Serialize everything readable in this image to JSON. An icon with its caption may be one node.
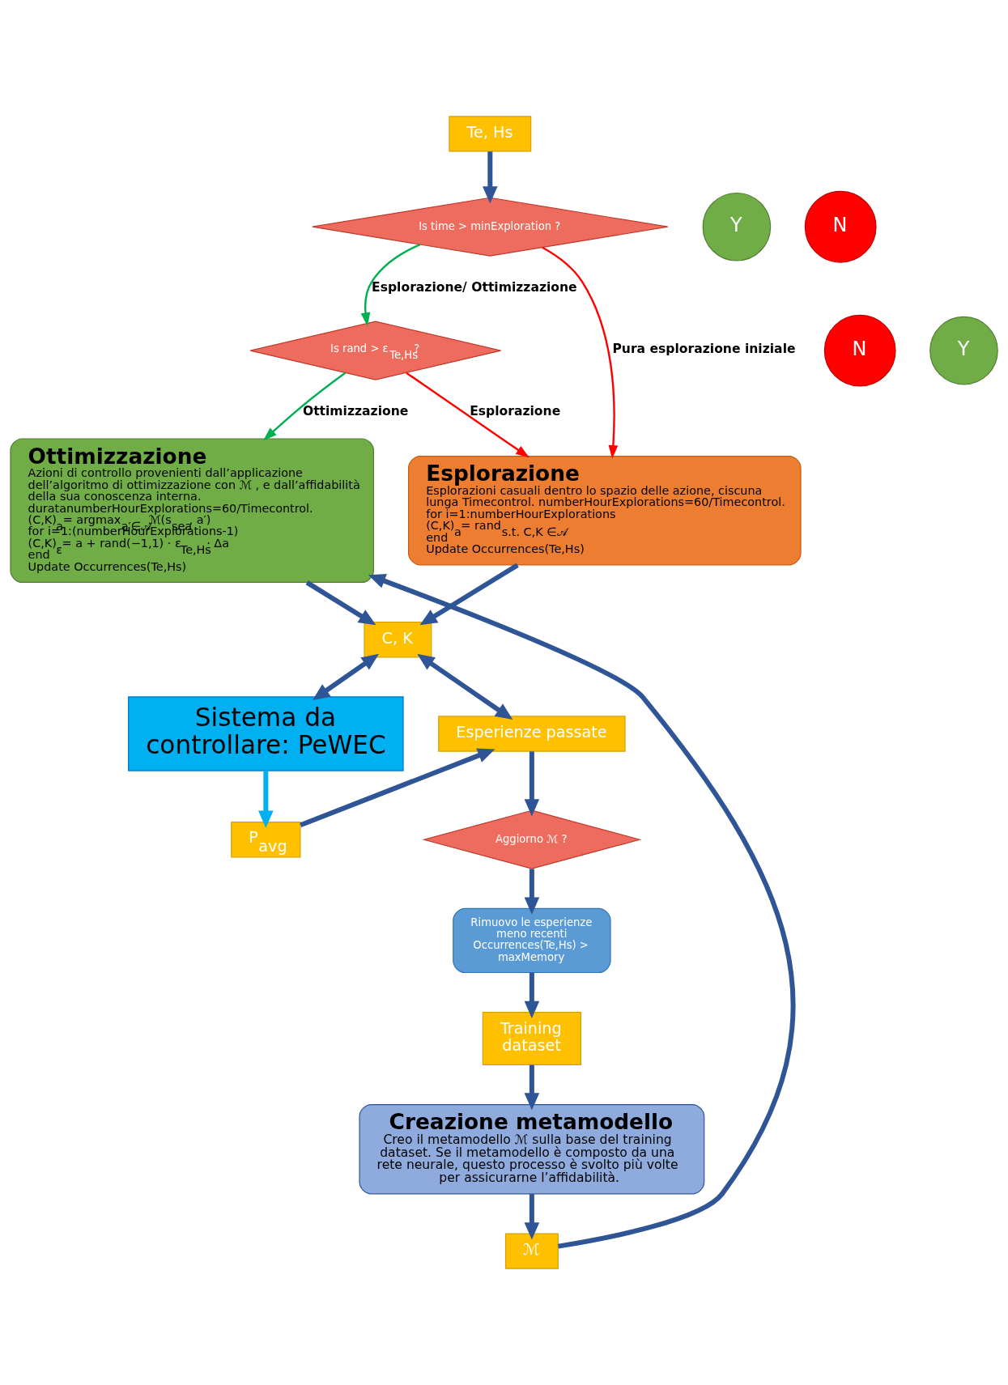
{
  "diagram": {
    "nodes": [
      {
        "text": [
          "Te, Hs"
        ]
      },
      {
        "text": [
          "Is time > minExploration ?"
        ]
      },
      {
        "text": [
          "Is rand > ε$_{Te,Hs}$?"
        ]
      },
      {
        "text": [
          "Esplorazione",
          "Esplorazioni casuali dentro lo spazio delle azione, ciscuna lunga Timecontrol. numberHourExplorations=60/Timecontrol.",
          "for i=1:numberHourExplorations",
          "(C,K)$_{a}$= rand$_{s.t. C,K ∈𝒜}$",
          "end",
          "Update Occurrences(Te,Hs)"
        ]
      },
      {
        "text": [
          "Ottimizzazione",
          "Azioni di controllo provenienti dall’applicazione dell’algoritmo di ottimizzazione con ℳ , e dall’affidabilità della sua conoscenza interna. duratanumberHourExplorations=60/Timecontrol.",
          "(C,K)$_{a}$= argmax$_{a′∈𝒜}$ℳ(s$_{sea}$, a′)",
          "for i=1:(numberHourExplorations-1)",
          "(C,K)$_{ε}$= a + rand(−1,1) · ε$_{Te,Hs}$· Δa",
          "end",
          "Update Occurrences(Te,Hs)"
        ]
      },
      {
        "text": [
          "C, K"
        ]
      },
      {
        "text": [
          "Esperienze passate"
        ]
      },
      {
        "text": [
          "Sistema da controllare: PeWEC"
        ]
      },
      {
        "text": [
          "P$_{avg}$"
        ]
      },
      {
        "text": [
          "Aggiorno ℳ ?"
        ]
      },
      {
        "text": [
          "Rimuovo le esperienze meno recenti Occurrences(Te,Hs) > maxMemory"
        ]
      },
      {
        "text": [
          "Training dataset"
        ]
      },
      {
        "text": [
          "Creazione metamodello",
          "Creo il metamodello ℳ sulla base del training dataset. Se il metamodello è composto da una rete neurale, questo processo è svolto più volte per assicurarne l’affidabilità."
        ]
      },
      {
        "text": [
          "ℳ"
        ]
      },
      {
        "text": [
          "Y"
        ]
      },
      {
        "text": [
          "N"
        ]
      },
      {
        "text": [
          "N"
        ]
      },
      {
        "text": [
          "Y"
        ]
      }
    ],
    "edges": [
      {
        "from": 0,
        "to": 1,
        "arrow": "to"
      },
      {
        "from": 1,
        "to": 3,
        "arrow": "to",
        "label": "Pura esplorazione iniziale",
        "color": "#ff0000"
      },
      {
        "from": 1,
        "to": 2,
        "arrow": "to",
        "label": "Esplorazione/ Ottimizzazione",
        "color": "#00b050"
      },
      {
        "from": 2,
        "to": 3,
        "arrow": "to",
        "label": "Esplorazione",
        "color": "#ff0000"
      },
      {
        "from": 2,
        "to": 4,
        "arrow": "to",
        "label": "Ottimizzazione",
        "color": "#00b050"
      },
      {
        "from": 3,
        "to": 5,
        "arrow": "to"
      },
      {
        "from": 4,
        "to": 5,
        "arrow": "to"
      },
      {
        "from": 5,
        "to": 6,
        "arrow": "both"
      },
      {
        "from": 5,
        "to": 7,
        "arrow": "both"
      },
      {
        "from": 7,
        "to": 8,
        "arrow": "to",
        "color": "#00b0f0"
      },
      {
        "from": 8,
        "to": 6,
        "arrow": "to"
      },
      {
        "from": 6,
        "to": 9,
        "arrow": "to"
      },
      {
        "from": 9,
        "to": 10,
        "arrow": "to"
      },
      {
        "from": 10,
        "to": 11,
        "arrow": "to"
      },
      {
        "from": 11,
        "to": 12,
        "arrow": "to"
      },
      {
        "from": 12,
        "to": 13,
        "arrow": "to"
      },
      {
        "from": 13,
        "to": 4,
        "arrow": "to"
      }
    ]
  }
}
